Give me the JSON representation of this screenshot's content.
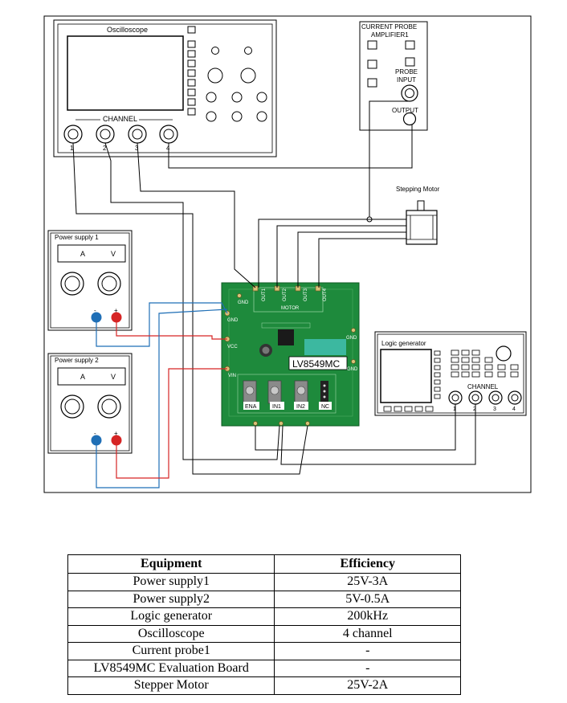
{
  "diagram": {
    "oscilloscope": {
      "title": "Oscilloscope",
      "channel_label": "CHANNEL",
      "channels": [
        "1",
        "2",
        "3",
        "4"
      ]
    },
    "current_probe": {
      "title_line1": "CURRENT PROBE",
      "title_line2": "AMPLIFIER1",
      "probe_label_line1": "PROBE",
      "probe_label_line2": "INPUT",
      "output_label": "OUTPUT"
    },
    "stepping_motor": {
      "label": "Stepping Motor"
    },
    "power_supply_1": {
      "title": "Power supply 1",
      "a_label": "A",
      "v_label": "V",
      "minus": "-",
      "plus": "+"
    },
    "power_supply_2": {
      "title": "Power supply 2",
      "a_label": "A",
      "v_label": "V",
      "minus": "-",
      "plus": "+"
    },
    "board": {
      "name": "LV8549MC",
      "motor_label": "MOTOR",
      "outputs": [
        "OUT1",
        "OUT2",
        "OUT3",
        "OUT4"
      ],
      "left_pins": [
        "GND",
        "VCC",
        "VIN"
      ],
      "gnd_labels": [
        "GND",
        "GND",
        "GND"
      ],
      "inputs": [
        "ENA",
        "IN1",
        "IN2",
        "NC"
      ]
    },
    "logic_generator": {
      "title": "Logic generator",
      "channel_label": "CHANNEL",
      "channels": [
        "1",
        "2",
        "3",
        "4"
      ]
    },
    "wire_colors": {
      "blue": "#1f6fb6",
      "red": "#d62424",
      "black": "#000000"
    },
    "pcb_color": "#1e8a3c"
  },
  "table": {
    "headers": [
      "Equipment",
      "Efficiency"
    ],
    "rows": [
      [
        "Power supply1",
        "25V-3A"
      ],
      [
        "Power supply2",
        "5V-0.5A"
      ],
      [
        "Logic generator",
        "200kHz"
      ],
      [
        "Oscilloscope",
        "4 channel"
      ],
      [
        "Current probe1",
        "-"
      ],
      [
        "LV8549MC Evaluation Board",
        "-"
      ],
      [
        "Stepper Motor",
        "25V-2A"
      ]
    ]
  }
}
